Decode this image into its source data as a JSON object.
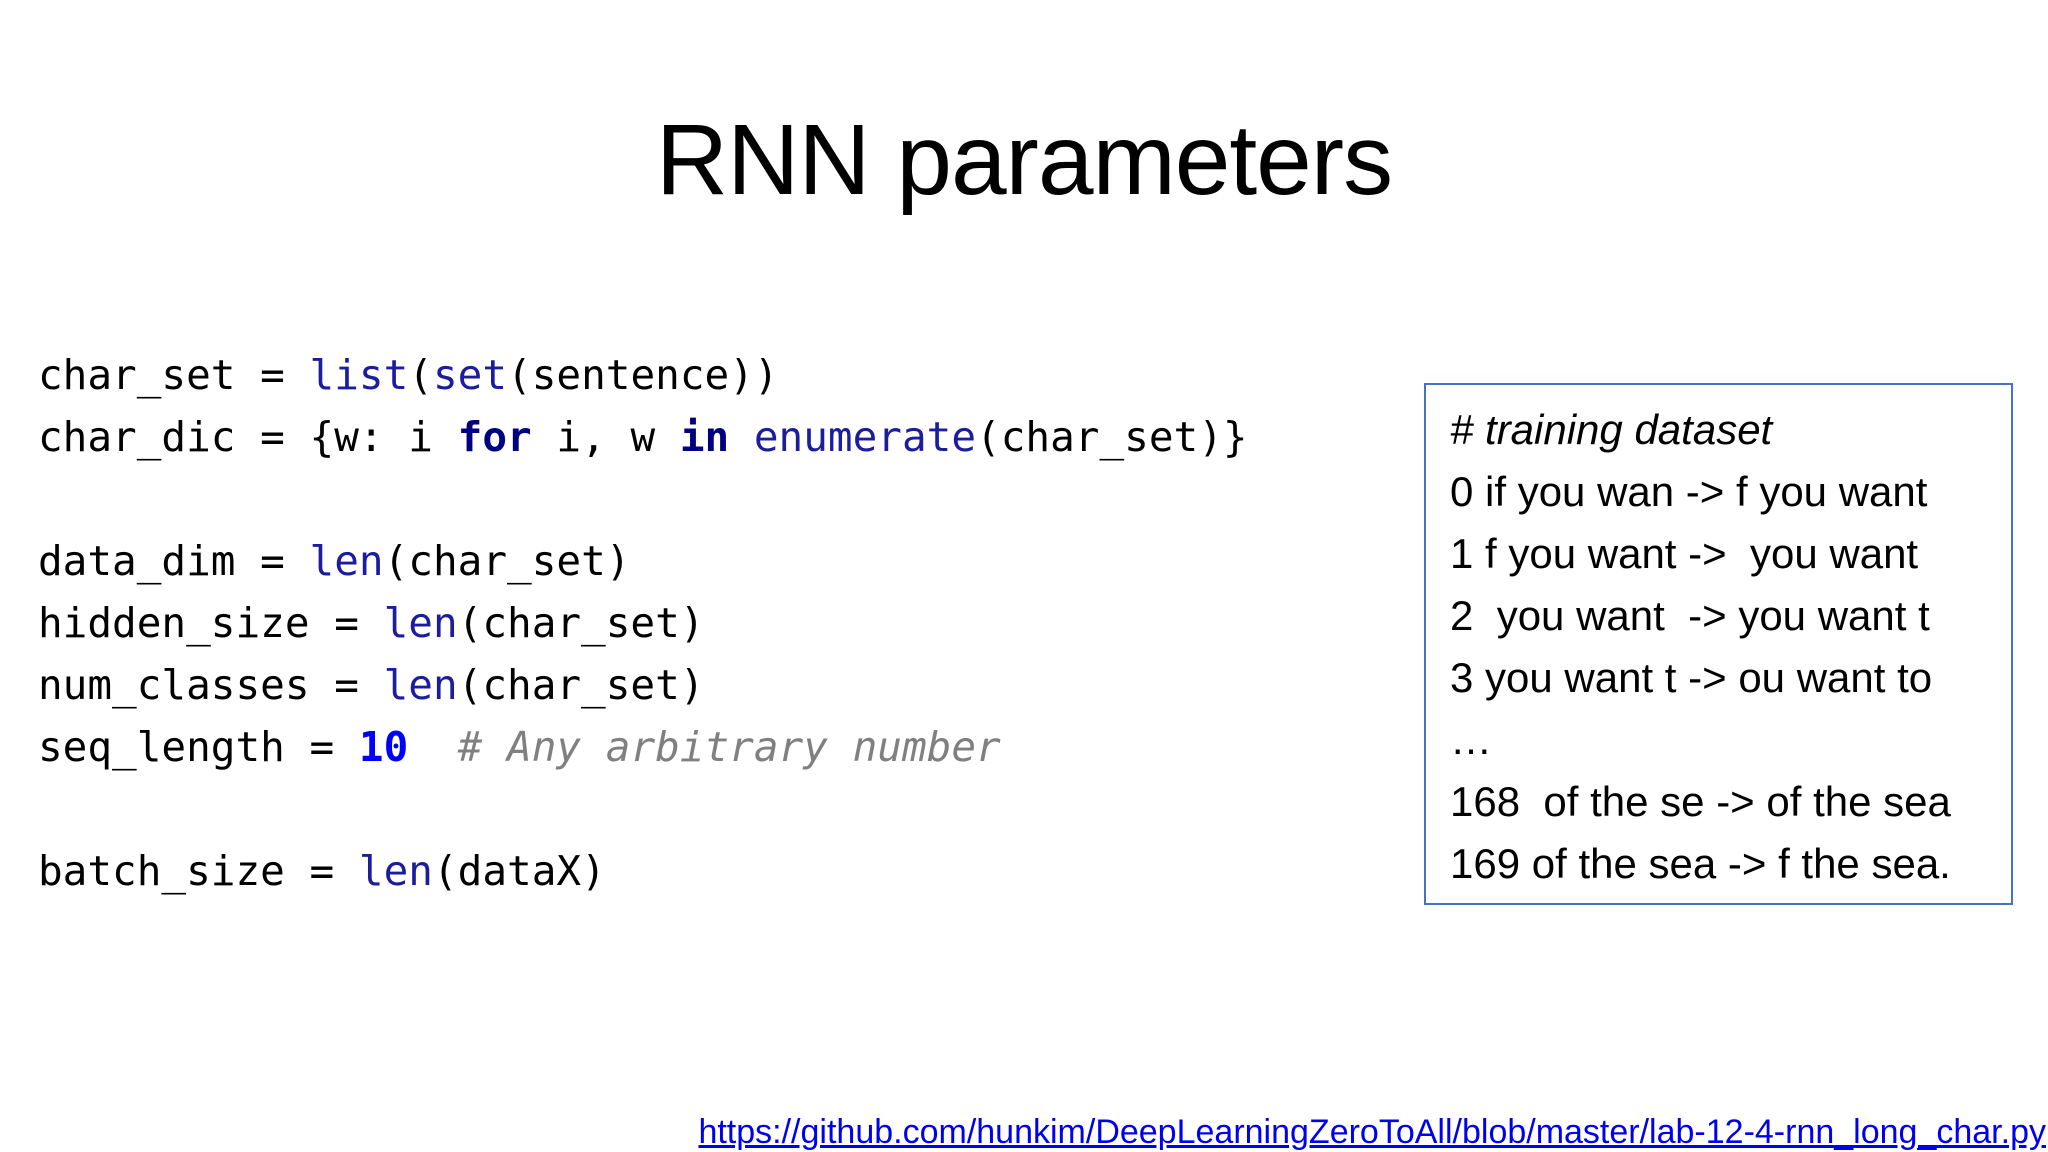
{
  "slide": {
    "title": "RNN parameters"
  },
  "colors": {
    "plain": "#000000",
    "keyword": "#000080",
    "builtin": "#1c1c9e",
    "number": "#0000ff",
    "comment": "#808080",
    "box_border": "#4472c4",
    "link": "#0000ee"
  },
  "code": {
    "lines": [
      [
        {
          "t": "char_set = ",
          "s": "plain"
        },
        {
          "t": "list",
          "s": "builtin"
        },
        {
          "t": "(",
          "s": "plain"
        },
        {
          "t": "set",
          "s": "builtin"
        },
        {
          "t": "(sentence))",
          "s": "plain"
        }
      ],
      [
        {
          "t": "char_dic = {w: i ",
          "s": "plain"
        },
        {
          "t": "for",
          "s": "keyword"
        },
        {
          "t": " i, w ",
          "s": "plain"
        },
        {
          "t": "in",
          "s": "keyword"
        },
        {
          "t": " ",
          "s": "plain"
        },
        {
          "t": "enumerate",
          "s": "builtin"
        },
        {
          "t": "(char_set)}",
          "s": "plain"
        }
      ],
      [],
      [
        {
          "t": "data_dim = ",
          "s": "plain"
        },
        {
          "t": "len",
          "s": "builtin"
        },
        {
          "t": "(char_set)",
          "s": "plain"
        }
      ],
      [
        {
          "t": "hidden_size = ",
          "s": "plain"
        },
        {
          "t": "len",
          "s": "builtin"
        },
        {
          "t": "(char_set)",
          "s": "plain"
        }
      ],
      [
        {
          "t": "num_classes = ",
          "s": "plain"
        },
        {
          "t": "len",
          "s": "builtin"
        },
        {
          "t": "(char_set)",
          "s": "plain"
        }
      ],
      [
        {
          "t": "seq_length = ",
          "s": "plain"
        },
        {
          "t": "10",
          "s": "number"
        },
        {
          "t": "  ",
          "s": "plain"
        },
        {
          "t": "# Any arbitrary number",
          "s": "comment"
        }
      ],
      [],
      [
        {
          "t": "batch_size = ",
          "s": "plain"
        },
        {
          "t": "len",
          "s": "builtin"
        },
        {
          "t": "(dataX)",
          "s": "plain"
        }
      ]
    ]
  },
  "dataset_box": {
    "comment": "# training dataset",
    "lines": [
      "0 if you wan -> f you want",
      "1 f you want ->  you want",
      "2  you want  -> you want t",
      "3 you want t -> ou want to",
      "…",
      "168  of the se -> of the sea",
      "169 of the sea -> f the sea."
    ]
  },
  "footer": {
    "link_text": "https://github.com/hunkim/DeepLearningZeroToAll/blob/master/lab-12-4-rnn_long_char.py"
  }
}
